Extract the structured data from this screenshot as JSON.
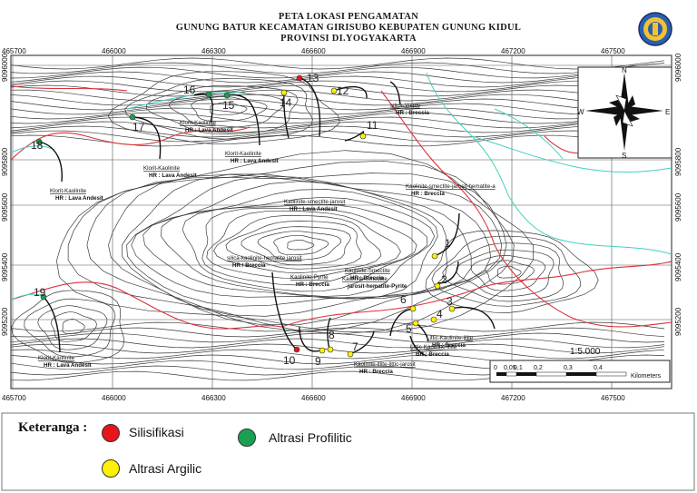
{
  "title": {
    "line1": "PETA  LOKASI PENGAMATAN",
    "line2": "GUNUNG BATUR KECAMATAN GIRISUBO KEBUPATEN GUNUNG KIDUL",
    "line3": "PROVINSI DI.YOGYAKARTA"
  },
  "axes": {
    "x_ticks": [
      "465700",
      "466000",
      "466300",
      "466600",
      "466900",
      "467200",
      "467500"
    ],
    "y_ticks": [
      "9096000",
      "9095800",
      "9095600",
      "9095400",
      "9095200"
    ]
  },
  "compass": {
    "n": "N",
    "e": "E",
    "s": "S",
    "w": "W"
  },
  "scale": {
    "ratio": "1:5.000",
    "ticks": [
      "0",
      "0,05",
      "0,1",
      "0,2",
      "0,3",
      "0,4"
    ],
    "unit": "Kilometers"
  },
  "points": [
    {
      "id": "1",
      "type": "argilic"
    },
    {
      "id": "2",
      "type": "argilic"
    },
    {
      "id": "3",
      "type": "argilic"
    },
    {
      "id": "4",
      "type": "argilic"
    },
    {
      "id": "5",
      "type": "argilic"
    },
    {
      "id": "6",
      "type": "argilic"
    },
    {
      "id": "7",
      "type": "argilic"
    },
    {
      "id": "8",
      "type": "argilic"
    },
    {
      "id": "9",
      "type": "argilic"
    },
    {
      "id": "10",
      "type": "silisifikasi"
    },
    {
      "id": "11",
      "type": "argilic"
    },
    {
      "id": "12",
      "type": "argilic"
    },
    {
      "id": "13",
      "type": "silisifikasi"
    },
    {
      "id": "14",
      "type": "argilic"
    },
    {
      "id": "15",
      "type": "profilitic"
    },
    {
      "id": "16",
      "type": "profilitic"
    },
    {
      "id": "17",
      "type": "profilitic"
    },
    {
      "id": "18",
      "type": "profilitic"
    },
    {
      "id": "19",
      "type": "profilitic"
    }
  ],
  "annotations": [
    {
      "l1": "silica-Vuggy",
      "l2": "HR : Breccia"
    },
    {
      "l1": "Klorit-Kaolinite",
      "l2": "HR : Lava Andesit"
    },
    {
      "l1": "Klorit-Kaolinite",
      "l2": "HR : Lava Andesit"
    },
    {
      "l1": "Klorit-Kaolinite",
      "l2": "HR : Lava Andesit"
    },
    {
      "l1": "Klorit-Kaolinite",
      "l2": "HR : Lava Andesit"
    },
    {
      "l1": "Kaolinite-smectite-jarosit",
      "l2": "HR : Lava Andesit"
    },
    {
      "l1": "Kaolinite-smectite-jarosit-hematite-a",
      "l2": "HR : Breccia"
    },
    {
      "l1": "silica-kaolinite-hematite jarosit",
      "l2": "HR / Breccia"
    },
    {
      "l1": "Kaolinite-Smectite",
      "l2": "HR : Breccia"
    },
    {
      "l1": "Kaolinite-Pyrite",
      "l2": "HR : Breccia"
    },
    {
      "l1": "Kaolinite-Smectite",
      "l2": "jarosit-hematite-Pyrite"
    },
    {
      "l1": "Littic-Kaolinite-illite",
      "l2": "HR : Breccia"
    },
    {
      "l1": "Littic-Kaolinite-illite",
      "l2": "BR : Breccia"
    },
    {
      "l1": "Kaolinite-illite-littic-jarosit",
      "l2": "HR : Breccia"
    },
    {
      "l1": "Klorit-Kaolinite",
      "l2": "HR : Lava Andesit"
    }
  ],
  "legend": {
    "title": "Keteranga :",
    "items": [
      {
        "label": "Silisifikasi",
        "color": "#e8141b"
      },
      {
        "label": "Altrasi Profilitic",
        "color": "#1aa050"
      },
      {
        "label": "Altrasi Argilic",
        "color": "#fff200"
      }
    ]
  },
  "colors": {
    "contour": "#3a3a3a",
    "road": "#d9333a",
    "river": "#3fd1c0",
    "silisifikasi": "#e8141b",
    "profilitic": "#1aa050",
    "argilic": "#fff200"
  }
}
